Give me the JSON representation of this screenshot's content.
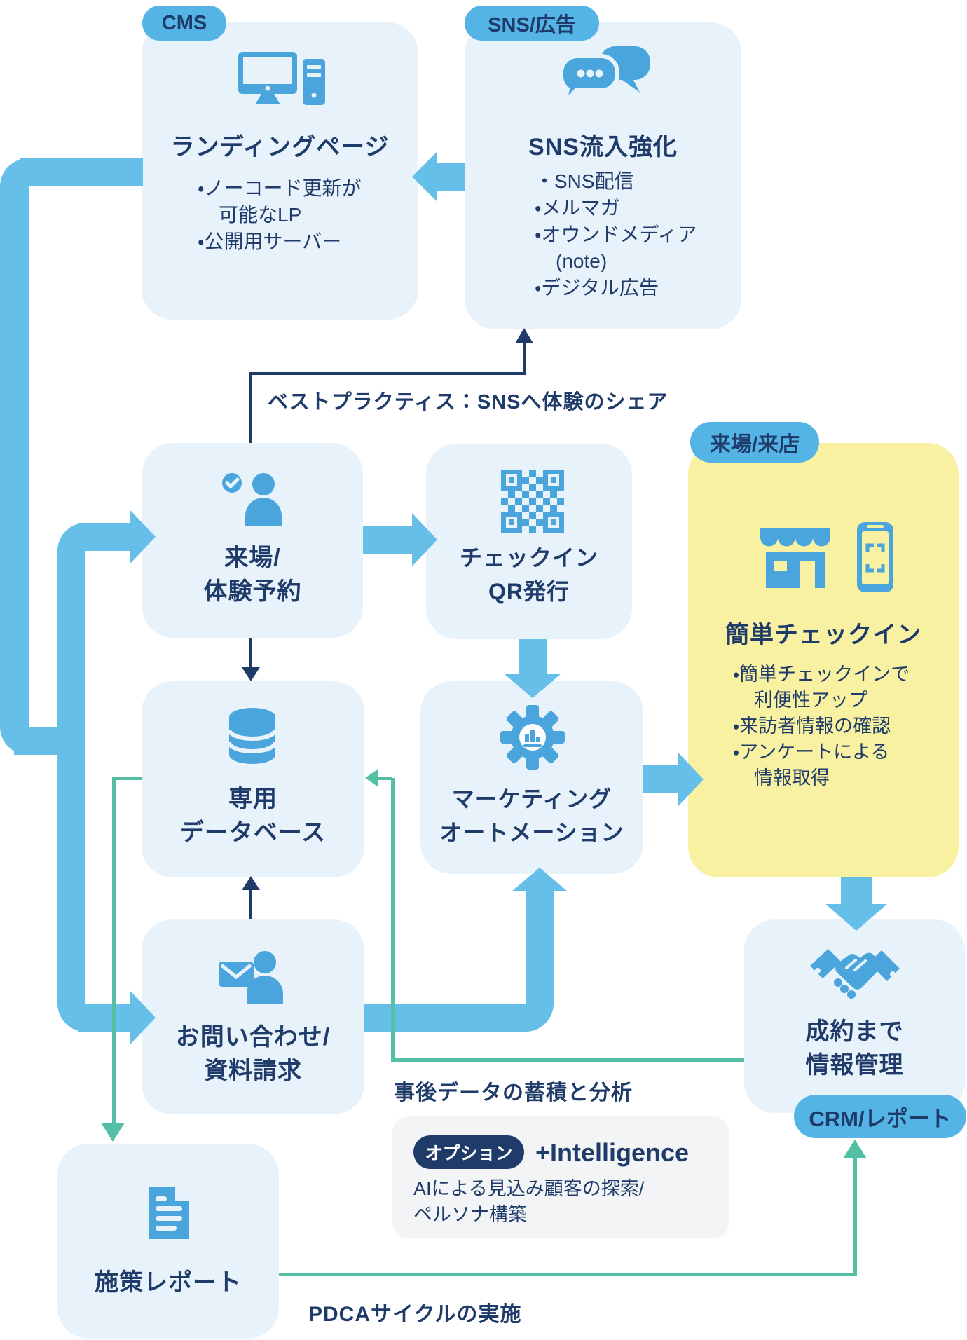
{
  "diagram": {
    "badges": {
      "cms": "CMS",
      "sns": "SNS/広告",
      "visit": "来場/来店",
      "crm": "CRM/レポート"
    },
    "nodes": {
      "landing": {
        "title": "ランディングページ",
        "bullets": [
          "・ノーコード更新が",
          "可能なLP",
          "・公開用サーバー"
        ]
      },
      "sns": {
        "title": "SNS流入強化",
        "bullets": [
          "・SNS配信",
          "・メルマガ",
          "・オウンドメディア",
          "(note)",
          "・デジタル広告"
        ]
      },
      "reserve": {
        "line1": "来場/",
        "line2": "体験予約"
      },
      "qr": {
        "line1": "チェックイン",
        "line2": "QR発行"
      },
      "checkin": {
        "title": "簡単チェックイン",
        "bullets": [
          "・簡単チェックインで",
          "利便性アップ",
          "・来訪者情報の確認",
          "・アンケートによる",
          "情報取得"
        ]
      },
      "database": {
        "line1": "専用",
        "line2": "データベース"
      },
      "automation": {
        "line1": "マーケティング",
        "line2": "オートメーション"
      },
      "inquiry": {
        "line1": "お問い合わせ/",
        "line2": "資料請求"
      },
      "deal": {
        "line1": "成約まで",
        "line2": "情報管理"
      },
      "report": {
        "title": "施策レポート"
      }
    },
    "labels": {
      "best_practice": "ベストプラクティス：SNSへ体験のシェア",
      "post_data": "事後データの蓄積と分析",
      "option": "オプション",
      "intelligence": "+Intelligence",
      "intelligence_desc1": "AIによる見込み顧客の探索/",
      "intelligence_desc2": "ペルソナ構築",
      "pdca": "PDCAサイクルの実施"
    },
    "colors": {
      "box_blue": "#e8f2fb",
      "yellow": "#f8f1a1",
      "arrow_blue": "#65bfe9",
      "badge_blue": "#55b4e6",
      "navy": "#1f3b69",
      "teal": "#53bfa5",
      "icon_blue": "#4aa5dc",
      "gray_box": "#f3f4f6"
    }
  }
}
